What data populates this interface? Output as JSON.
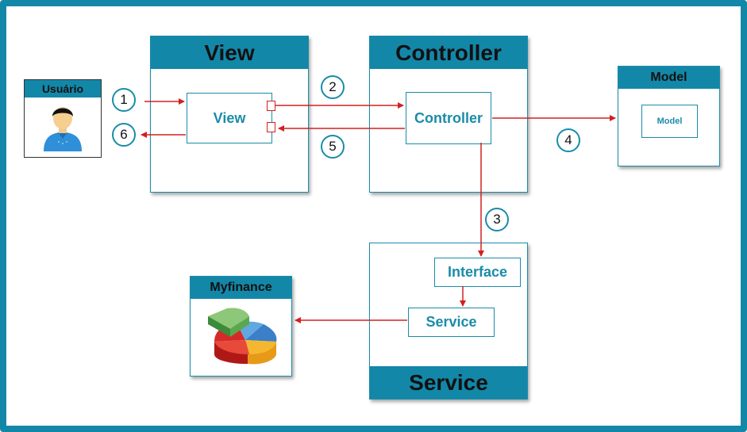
{
  "user": {
    "title": "Usuário"
  },
  "view": {
    "title": "View",
    "inner_label": "View"
  },
  "controller": {
    "title": "Controller",
    "inner_label": "Controller"
  },
  "model": {
    "title": "Model",
    "inner_label": "Model"
  },
  "service": {
    "footer": "Service",
    "interface_label": "Interface",
    "service_label": "Service"
  },
  "myfinance": {
    "title": "Myfinance"
  },
  "steps": [
    "1",
    "2",
    "3",
    "4",
    "5",
    "6"
  ],
  "colors": {
    "accent": "#1387a8",
    "arrow": "#d42020",
    "frame": "#1387a8"
  }
}
